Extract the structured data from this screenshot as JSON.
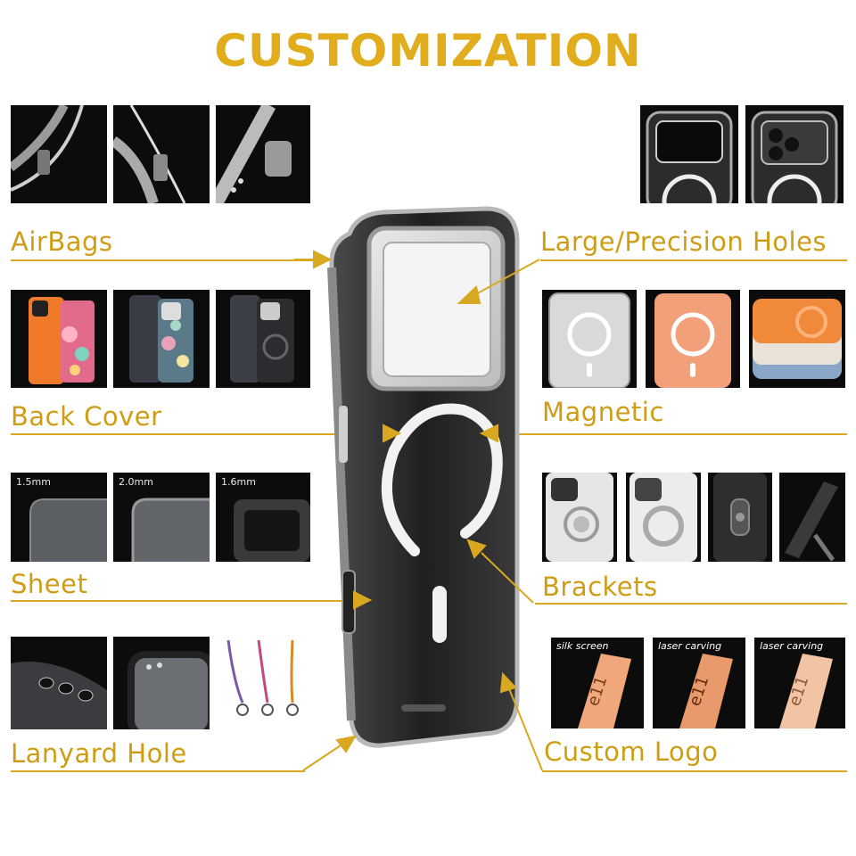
{
  "title": "CUSTOMIZATION",
  "colors": {
    "accent": "#d8a820",
    "label": "#cf9d14",
    "title": "#e1ad1c",
    "tile_bg": "#0c0c0c"
  },
  "features": {
    "airbags": "AirBags",
    "back_cover": "Back Cover",
    "sheet": "Sheet",
    "lanyard_hole": "Lanyard Hole",
    "holes": "Large/Precision Holes",
    "magnetic": "Magnetic",
    "brackets": "Brackets",
    "custom_logo": "Custom Logo"
  },
  "sheet_thickness": [
    "1.5mm",
    "2.0mm",
    "1.6mm"
  ],
  "logo_methods": [
    "silk screen",
    "laser carving",
    "laser carving"
  ]
}
